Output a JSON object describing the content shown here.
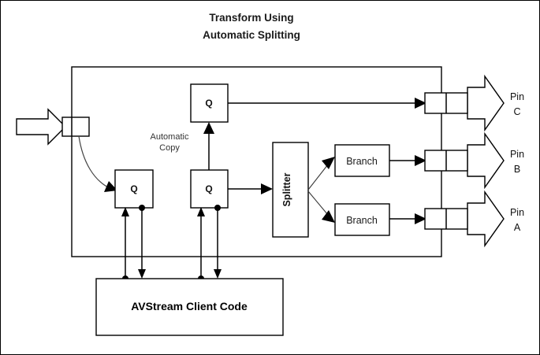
{
  "title": {
    "line1": "Transform Using",
    "line2": "Automatic Splitting"
  },
  "annotations": {
    "automatic_copy_line1": "Automatic",
    "automatic_copy_line2": "Copy"
  },
  "nodes": {
    "queue_top": "Q",
    "queue_left": "Q",
    "queue_middle": "Q",
    "splitter": "Splitter",
    "branch_upper": "Branch",
    "branch_lower": "Branch",
    "client_code": "AVStream Client Code"
  },
  "pins": [
    {
      "id": "pin-c",
      "line1": "Pin",
      "line2": "C"
    },
    {
      "id": "pin-b",
      "line1": "Pin",
      "line2": "B"
    },
    {
      "id": "pin-a",
      "line1": "Pin",
      "line2": "A"
    }
  ],
  "colors": {
    "stroke": "#000000",
    "background": "#ffffff",
    "annotation_text": "#333333"
  }
}
